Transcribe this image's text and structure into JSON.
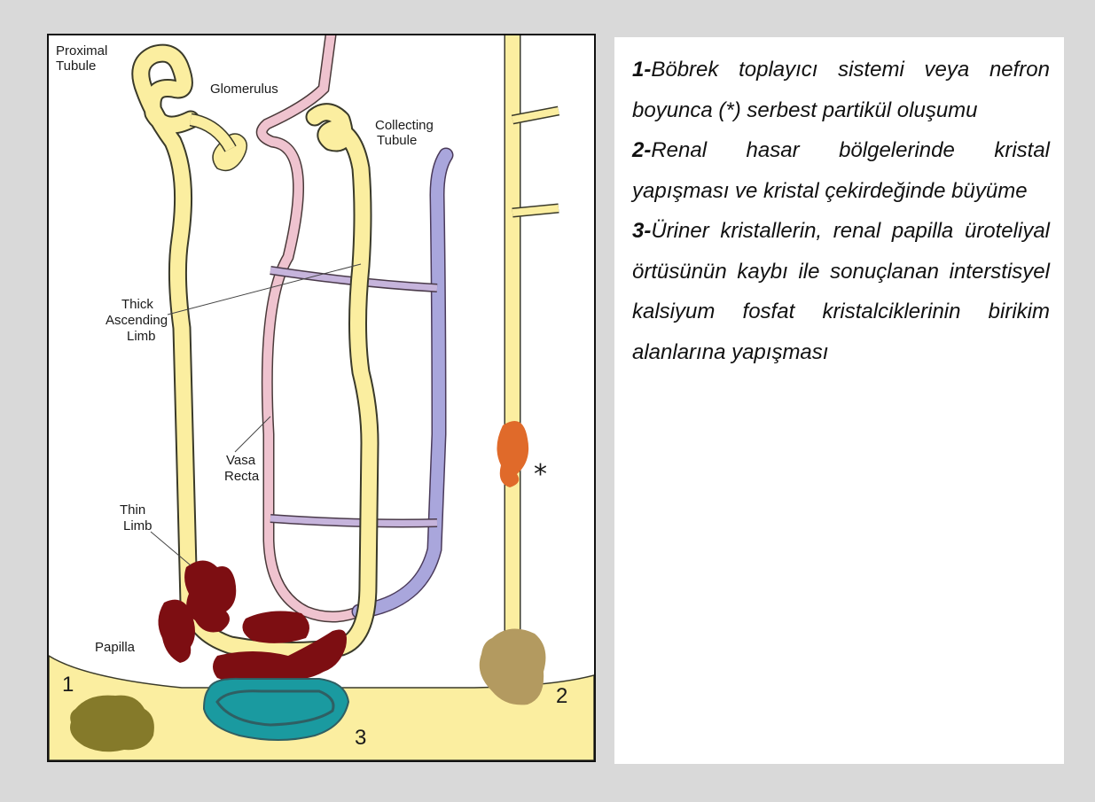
{
  "diagram": {
    "labels": {
      "proximal_tubule": [
        "Proximal",
        "Tubule"
      ],
      "glomerulus": "Glomerulus",
      "collecting_tubule": [
        "Collecting",
        "Tubule"
      ],
      "thick_ascending_limb": [
        "Thick",
        "Ascending",
        "Limb"
      ],
      "vasa_recta": [
        "Vasa",
        "Recta"
      ],
      "thin_limb": [
        "Thin",
        "Limb"
      ],
      "papilla": "Papilla",
      "marker_1": "1",
      "marker_2": "2",
      "marker_3": "3",
      "asterisk": "*"
    },
    "colors": {
      "tubule": "#fbeea0",
      "outline": "#3a3a2a",
      "vasa_recta_pink": "#efc3cf",
      "vasa_recta_blue": "#a9a6dc",
      "crystal": "#7d0e12",
      "plaque": "#1a9aa0",
      "deposit_1": "#857a2a",
      "deposit_2": "#b39a60",
      "orange": "#e06a2a"
    }
  },
  "legend": {
    "items": [
      {
        "number": "1-",
        "text": "Böbrek toplayıcı sistemi veya nefron boyunca (*) serbest partikül oluşumu"
      },
      {
        "number": "2-",
        "text": "Renal hasar bölgelerinde kristal yapışması ve kristal çekirdeğinde büyüme"
      },
      {
        "number": "3-",
        "text": "Üriner kristallerin, renal papilla üroteliyal örtüsünün kaybı ile sonuçlanan interstisyel kalsiyum fosfat kristalciklerinin birikim alanlarına yapışması"
      }
    ]
  }
}
